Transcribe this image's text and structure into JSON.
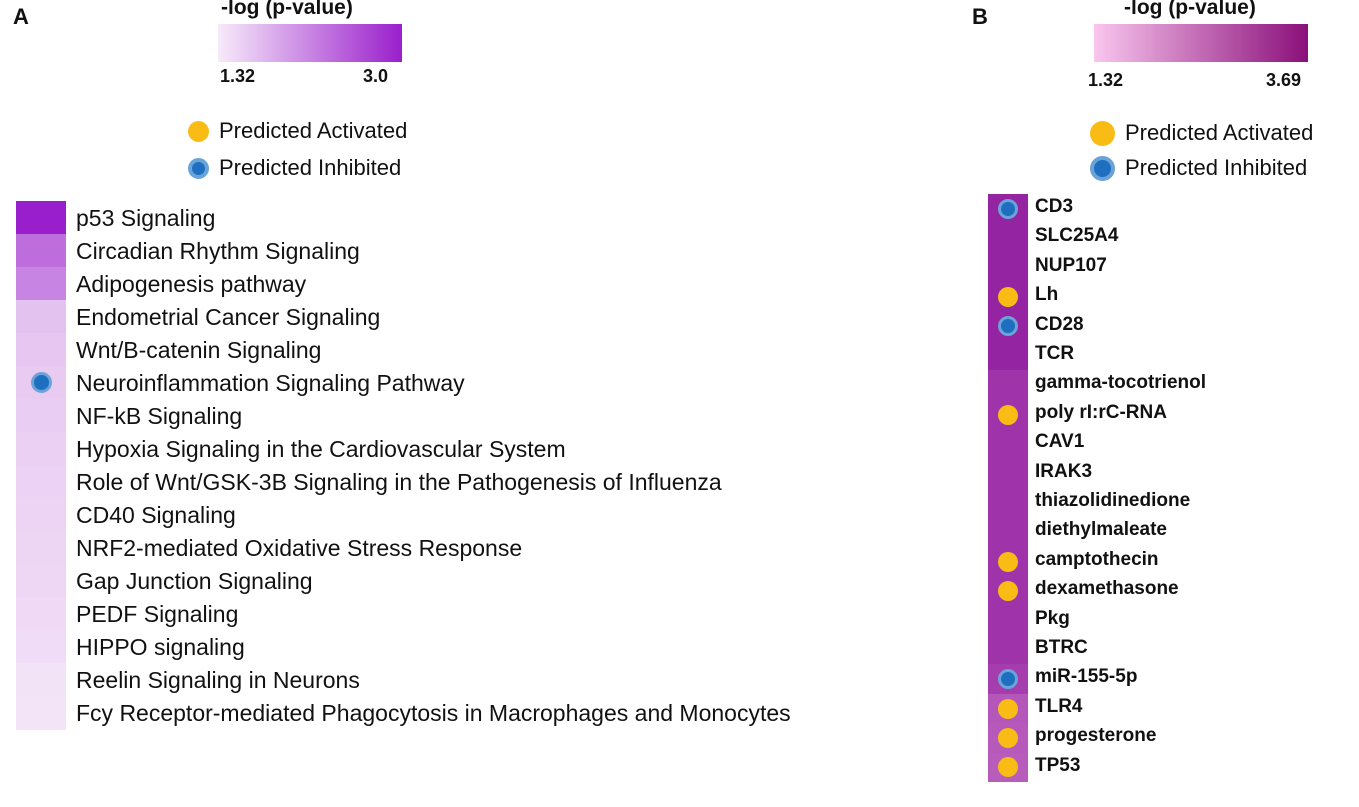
{
  "panels": {
    "a": {
      "letter": "A",
      "scale_title": "-log (p-value)",
      "scale_min_label": "1.32",
      "scale_max_label": "3.0",
      "legend": {
        "activated": "Predicted Activated",
        "inhibited": "Predicted Inhibited"
      }
    },
    "b": {
      "letter": "B",
      "scale_title": "-log (p-value)",
      "scale_min_label": "1.32",
      "scale_max_label": "3.69",
      "legend": {
        "activated": "Predicted Activated",
        "inhibited": "Predicted Inhibited"
      }
    }
  },
  "colors": {
    "activated": "#f9bc15",
    "inhibited": "#1f6fc0",
    "scale_a_low": "#f7eafa",
    "scale_a_high": "#9a1fcc",
    "scale_b_low": "#f9c6ee",
    "scale_b_high": "#8a0f7a"
  },
  "chart_data": [
    {
      "type": "heatmap",
      "panel": "A",
      "colorbar": {
        "title": "-log (p-value)",
        "min": 1.32,
        "max": 3.0
      },
      "legend": [
        "Predicted Activated",
        "Predicted Inhibited"
      ],
      "rows": [
        {
          "label": "p53 Signaling",
          "value": 3.0,
          "state": ""
        },
        {
          "label": "Circadian Rhythm  Signaling",
          "value": 2.55,
          "state": ""
        },
        {
          "label": "Adipogenesis pathway",
          "value": 2.4,
          "state": ""
        },
        {
          "label": "Endometrial Cancer Signaling",
          "value": 1.9,
          "state": ""
        },
        {
          "label": "Wnt/B-catenin  Signaling",
          "value": 1.85,
          "state": ""
        },
        {
          "label": "Neuroinflammation  Signaling Pathway",
          "value": 1.8,
          "state": "inhibited"
        },
        {
          "label": "NF-kB Signaling",
          "value": 1.78,
          "state": ""
        },
        {
          "label": "Hypoxia Signaling in the Cardiovascular System",
          "value": 1.75,
          "state": ""
        },
        {
          "label": "Role of Wnt/GSK-3B Signaling in the Pathogenesis of Influenza",
          "value": 1.72,
          "state": ""
        },
        {
          "label": "CD40 Signaling",
          "value": 1.7,
          "state": ""
        },
        {
          "label": "NRF2-mediated Oxidative Stress Response",
          "value": 1.68,
          "state": ""
        },
        {
          "label": "Gap Junction Signaling",
          "value": 1.65,
          "state": ""
        },
        {
          "label": "PEDF Signaling",
          "value": 1.62,
          "state": ""
        },
        {
          "label": "HIPPO signaling",
          "value": 1.58,
          "state": ""
        },
        {
          "label": "Reelin Signaling in Neurons",
          "value": 1.45,
          "state": ""
        },
        {
          "label": "Fcy Receptor-mediated Phagocytosis in Macrophages and Monocytes",
          "value": 1.4,
          "state": ""
        }
      ]
    },
    {
      "type": "heatmap",
      "panel": "B",
      "colorbar": {
        "title": "-log (p-value)",
        "min": 1.32,
        "max": 3.69
      },
      "legend": [
        "Predicted Activated",
        "Predicted Inhibited"
      ],
      "rows": [
        {
          "label": "CD3",
          "value": 3.5,
          "state": "inhibited"
        },
        {
          "label": "SLC25A4",
          "value": 3.5,
          "state": ""
        },
        {
          "label": "NUP107",
          "value": 3.5,
          "state": ""
        },
        {
          "label": "Lh",
          "value": 3.5,
          "state": "activated"
        },
        {
          "label": "CD28",
          "value": 3.5,
          "state": "inhibited"
        },
        {
          "label": "TCR",
          "value": 3.5,
          "state": ""
        },
        {
          "label": "gamma-tocotrienol",
          "value": 3.2,
          "state": ""
        },
        {
          "label": "poly rI:rC-RNA",
          "value": 3.2,
          "state": "activated"
        },
        {
          "label": "CAV1",
          "value": 3.2,
          "state": ""
        },
        {
          "label": "IRAK3",
          "value": 3.2,
          "state": ""
        },
        {
          "label": "thiazolidinedione",
          "value": 3.2,
          "state": ""
        },
        {
          "label": "diethylmaleate",
          "value": 3.2,
          "state": ""
        },
        {
          "label": "camptothecin",
          "value": 3.2,
          "state": "activated"
        },
        {
          "label": "dexamethasone",
          "value": 3.2,
          "state": "activated"
        },
        {
          "label": "Pkg",
          "value": 3.2,
          "state": ""
        },
        {
          "label": "BTRC",
          "value": 3.2,
          "state": ""
        },
        {
          "label": "miR-155-5p",
          "value": 3.0,
          "state": "inhibited"
        },
        {
          "label": "TLR4",
          "value": 2.5,
          "state": "activated"
        },
        {
          "label": "progesterone",
          "value": 2.45,
          "state": "activated"
        },
        {
          "label": "TP53",
          "value": 2.4,
          "state": "activated"
        }
      ]
    }
  ]
}
